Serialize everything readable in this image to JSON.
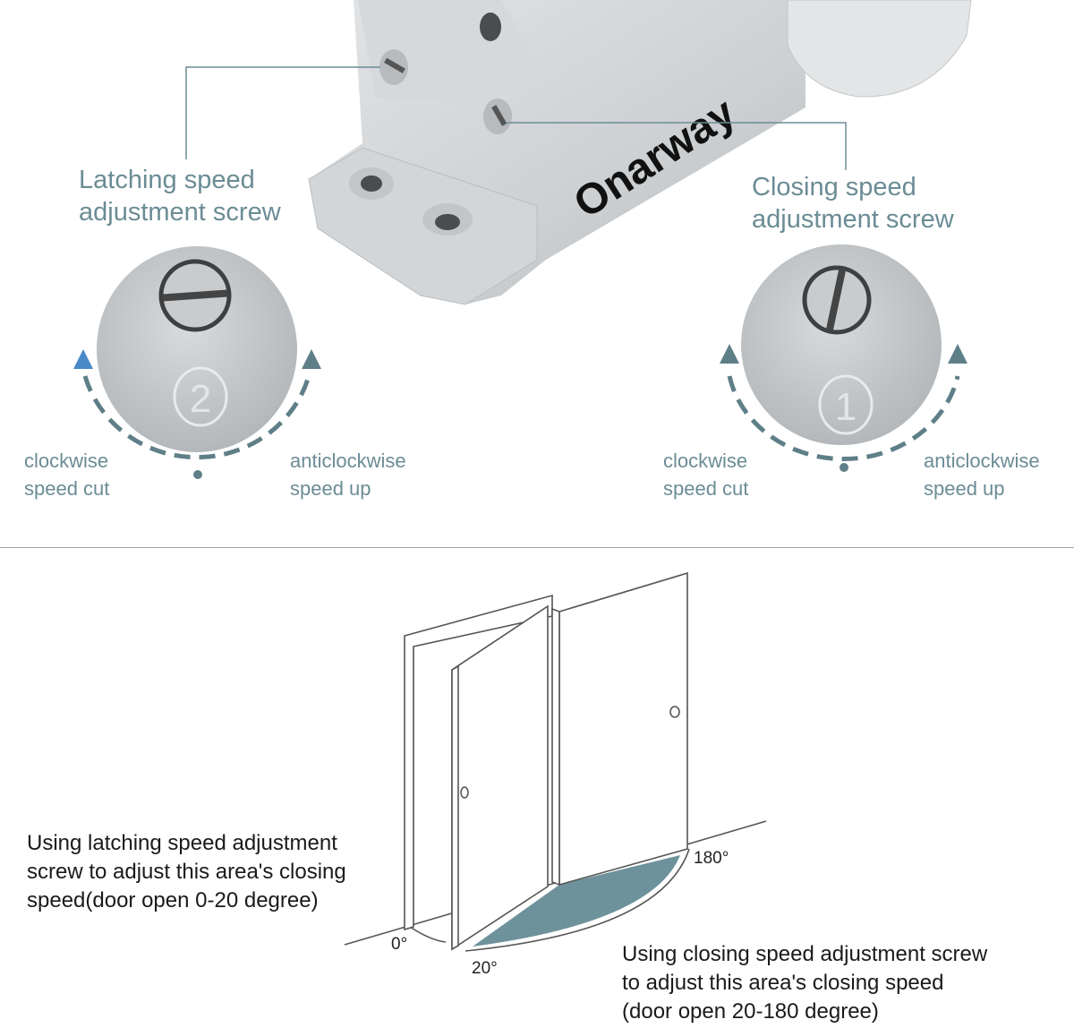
{
  "brand": "Onarway",
  "top": {
    "latching_label": [
      "Latching speed",
      "adjustment screw"
    ],
    "closing_label": [
      "Closing speed",
      "adjustment screw"
    ],
    "left_dial": {
      "number": "2",
      "cw": [
        "clockwise",
        "speed cut"
      ],
      "acw": [
        "anticlockwise",
        "speed up"
      ]
    },
    "right_dial": {
      "number": "1",
      "cw": [
        "clockwise",
        "speed cut"
      ],
      "acw": [
        "anticlockwise",
        "speed up"
      ]
    }
  },
  "bottom": {
    "latching_desc": [
      "Using latching speed adjustment",
      "screw to adjust this area's closing",
      "speed(door open 0-20 degree)"
    ],
    "closing_desc": [
      "Using closing speed adjustment screw",
      "to adjust this area's closing speed",
      "(door open 20-180 degree)"
    ],
    "angles": {
      "a0": "0°",
      "a20": "20°",
      "a180": "180°"
    }
  },
  "colors": {
    "label": "#6b8c95",
    "arc": "#5f7f88",
    "cw_arrow": "#4a88c8",
    "zone": "#6e929b",
    "metal": "#cfd2d4"
  }
}
